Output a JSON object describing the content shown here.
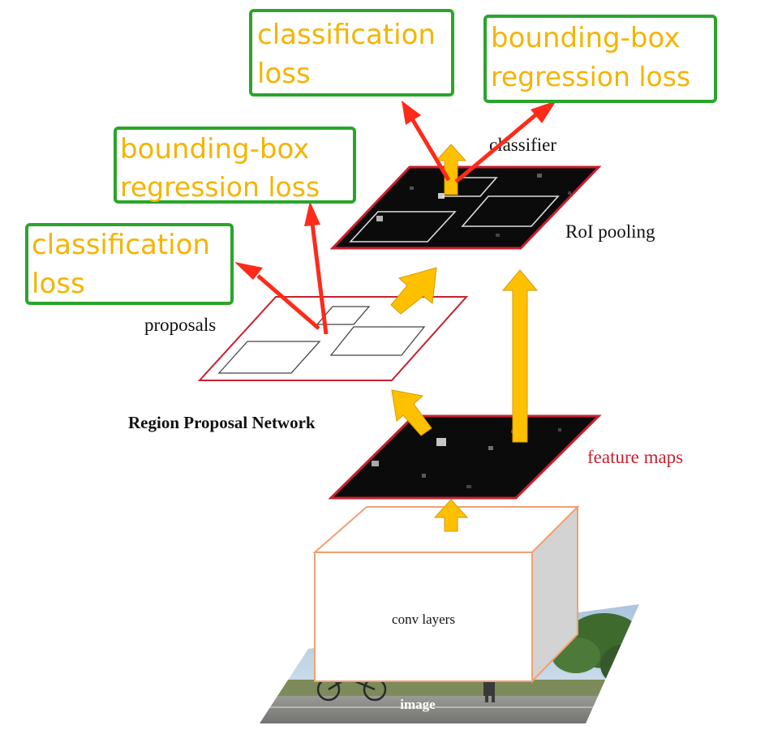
{
  "loss_boxes": {
    "top_classification": {
      "line1": "classification",
      "line2": "loss"
    },
    "top_bbox": {
      "line1": "bounding-box",
      "line2": "regression loss"
    },
    "left_bbox": {
      "line1": "bounding-box",
      "line2": "regression loss"
    },
    "left_classification": {
      "line1": "classification",
      "line2": "loss"
    }
  },
  "labels": {
    "classifier": "classifier",
    "roi_pooling": "RoI pooling",
    "proposals": "proposals",
    "rpn": "Region Proposal Network",
    "feature_maps": "feature maps",
    "conv_layers": "conv layers",
    "image": "image"
  },
  "colors": {
    "loss_text": "#f5b400",
    "loss_border": "#2aa52a",
    "loss_arrow": "#ff2a1a",
    "flow_arrow": "#ffc000",
    "flow_arrow_edge": "#d89a00",
    "plane_border": "#c8202f",
    "feature_maps_text": "#c8202f",
    "cube_border": "#f0a070",
    "map_fill": "#0b0b0b"
  }
}
